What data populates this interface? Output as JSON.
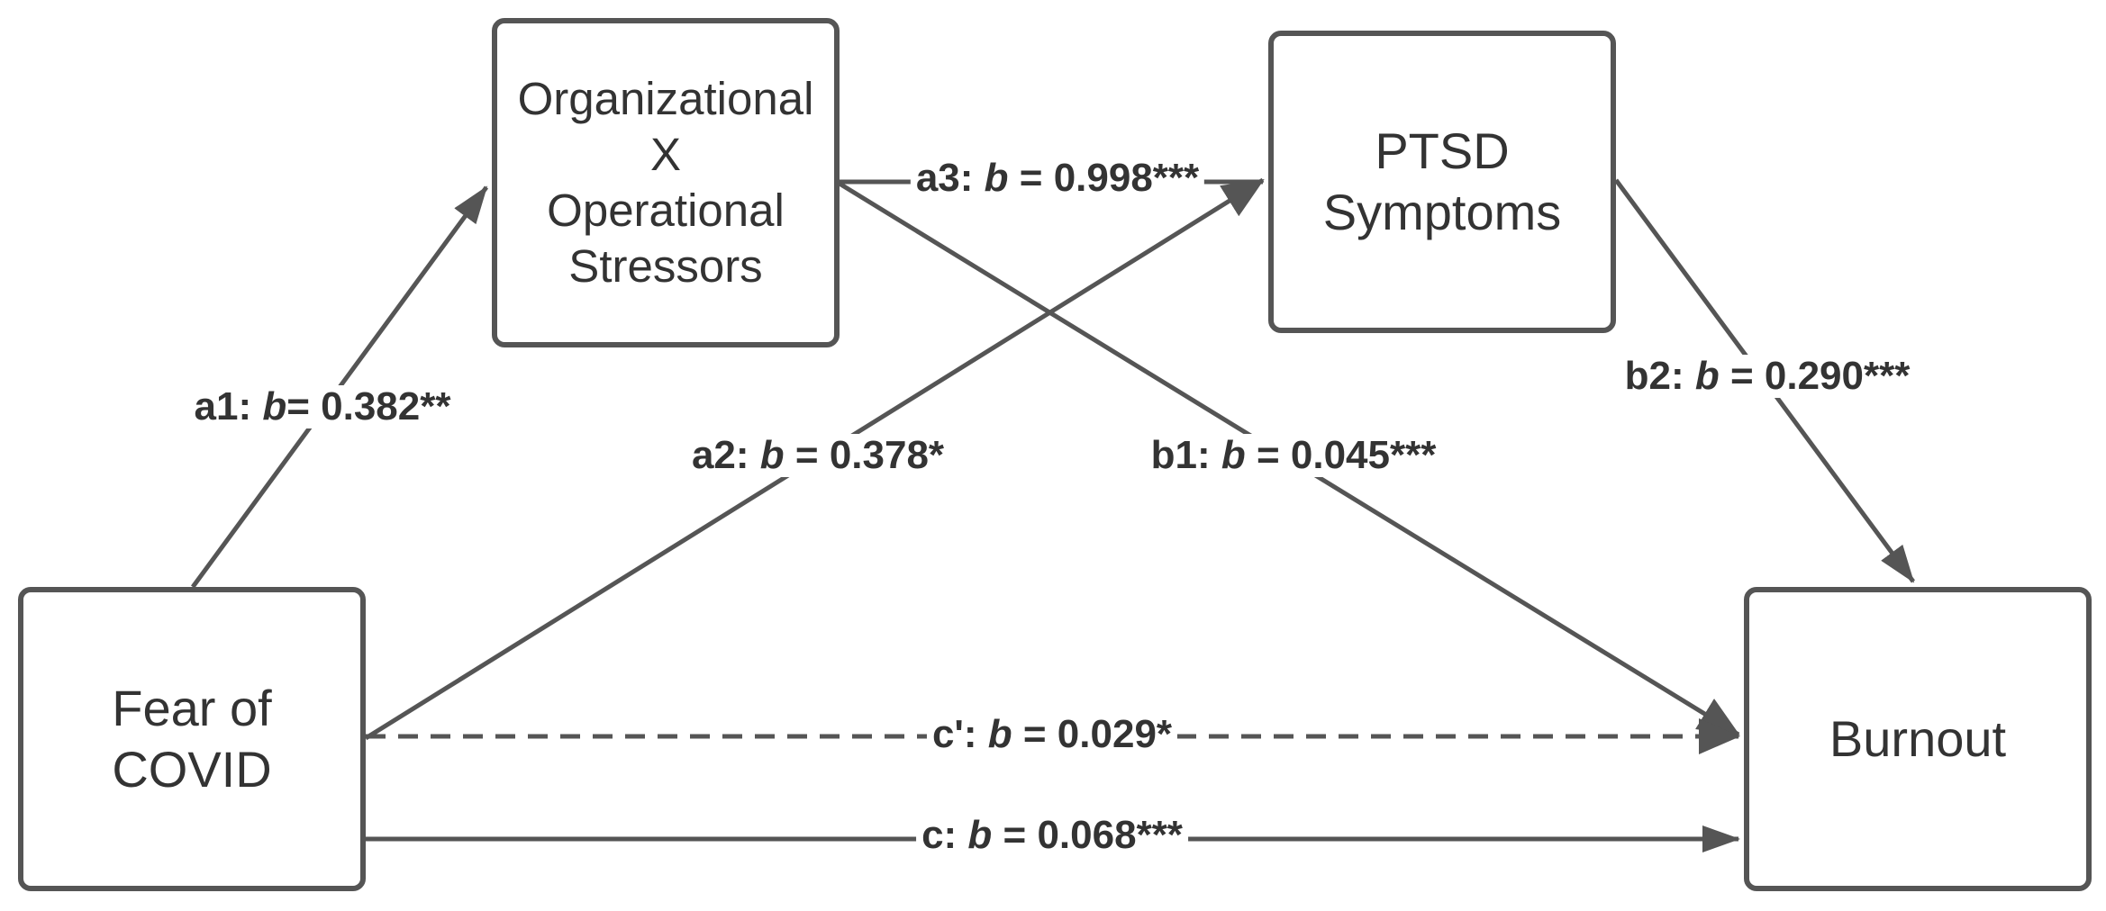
{
  "diagram": {
    "nodes": {
      "stressors": {
        "lines": [
          "Organizational",
          "X",
          "Operational",
          "Stressors"
        ]
      },
      "ptsd": {
        "lines": [
          "PTSD",
          "Symptoms"
        ]
      },
      "fear": {
        "lines": [
          "Fear of",
          "COVID"
        ]
      },
      "burnout": {
        "lines": [
          "Burnout"
        ]
      }
    },
    "paths": {
      "a1": {
        "prefix": "a1: ",
        "coef": "b",
        "value": "= 0.382**"
      },
      "a2": {
        "prefix": "a2: ",
        "coef": "b",
        "value": " =  0.378*"
      },
      "a3": {
        "prefix": "a3: ",
        "coef": "b",
        "value": " = 0.998***"
      },
      "b1": {
        "prefix": "b1: ",
        "coef": "b",
        "value": " = 0.045***"
      },
      "b2": {
        "prefix": "b2: ",
        "coef": "b",
        "value": " = 0.290***"
      },
      "c_prime": {
        "prefix": "c': ",
        "coef": "b",
        "value": " = 0.029*"
      },
      "c": {
        "prefix": "c: ",
        "coef": "b",
        "value": " = 0.068***"
      }
    },
    "colors": {
      "line": "#555555",
      "text": "#333333"
    }
  }
}
